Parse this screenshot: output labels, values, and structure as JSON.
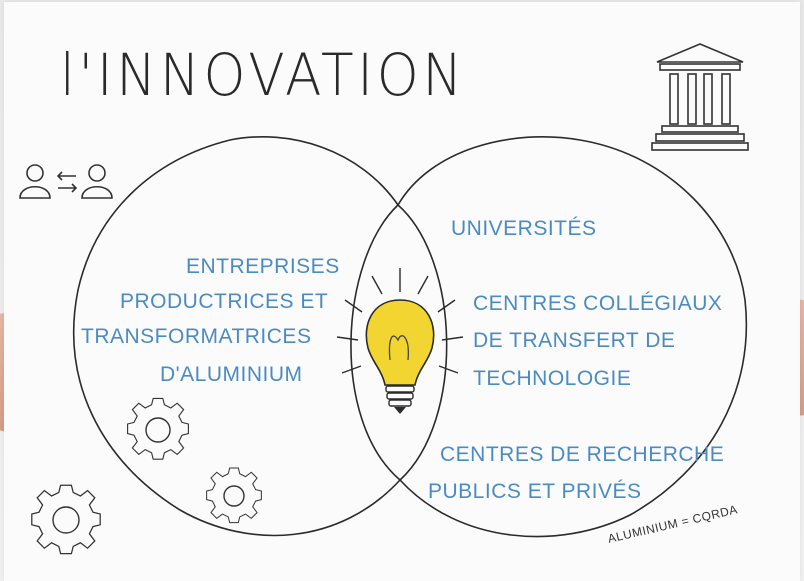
{
  "title": "l'INNOVATION",
  "left_circle": {
    "lines": [
      "ENTREPRISES",
      "PRODUCTRICES ET",
      "TRANSFORMATRICES",
      "D'ALUMINIUM"
    ]
  },
  "right_circle": {
    "items": [
      {
        "lines": [
          "UNIVERSITÉS"
        ]
      },
      {
        "lines": [
          "CENTRES COLLÉGIAUX",
          "DE TRANSFERT DE",
          "TECHNOLOGIE"
        ]
      },
      {
        "lines": [
          "CENTRES DE RECHERCHE",
          "PUBLICS ET PRIVÉS"
        ]
      }
    ]
  },
  "footnote": "ALUMINIUM = CQRDA",
  "colors": {
    "label": "#4b8bc4",
    "ink": "#2a2a2a",
    "bulb": "#f2d531"
  },
  "icons": [
    "exchange-people-icon",
    "institution-building-icon",
    "lightbulb-icon",
    "gear-icon"
  ]
}
